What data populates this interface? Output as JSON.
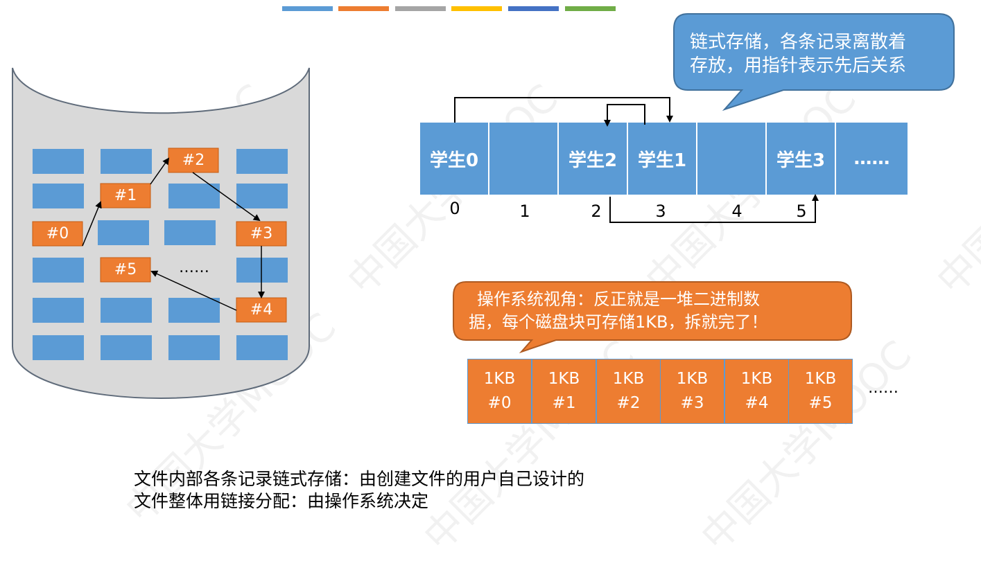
{
  "header": {
    "color_bars": [
      "#5b9bd5",
      "#ed7d31",
      "#a5a5a5",
      "#ffc000",
      "#4472c4",
      "#70ad47"
    ]
  },
  "watermark": {
    "text": "中国大学MOOC"
  },
  "disk": {
    "blocks": [
      {
        "label": "#0"
      },
      {
        "label": "#1"
      },
      {
        "label": "#2"
      },
      {
        "label": "#3"
      },
      {
        "label": "#4"
      },
      {
        "label": "#5"
      }
    ],
    "ellipsis": "……"
  },
  "record_callout": {
    "text_line1": "链式存储，各条记录离散着",
    "text_line2": "存放，用指针表示先后关系"
  },
  "records": {
    "cells": [
      {
        "label": "学生0"
      },
      {
        "label": ""
      },
      {
        "label": "学生2"
      },
      {
        "label": "学生1"
      },
      {
        "label": ""
      },
      {
        "label": "学生3"
      },
      {
        "label": "……"
      }
    ],
    "indices": [
      "0",
      "1",
      "2",
      "3",
      "4",
      "5"
    ]
  },
  "os_callout": {
    "text_line1": "操作系统视角：反正就是一堆二进制数",
    "text_line2": "据，每个磁盘块可存储1KB，拆就完了！"
  },
  "kb_blocks": {
    "items": [
      {
        "size": "1KB",
        "num": "#0"
      },
      {
        "size": "1KB",
        "num": "#1"
      },
      {
        "size": "1KB",
        "num": "#2"
      },
      {
        "size": "1KB",
        "num": "#3"
      },
      {
        "size": "1KB",
        "num": "#4"
      },
      {
        "size": "1KB",
        "num": "#5"
      }
    ],
    "ellipsis": "……"
  },
  "notes": {
    "line1": "文件内部各条记录链式存储：由创建文件的用户自己设计的",
    "line2": "文件整体用链接分配：由操作系统决定"
  },
  "colors": {
    "blue": "#5b9bd5",
    "orange": "#ed7d31",
    "disk_fill": "#d9d9d9",
    "callout_border": "#41719c",
    "callout_border_orange": "#ae5a21"
  }
}
